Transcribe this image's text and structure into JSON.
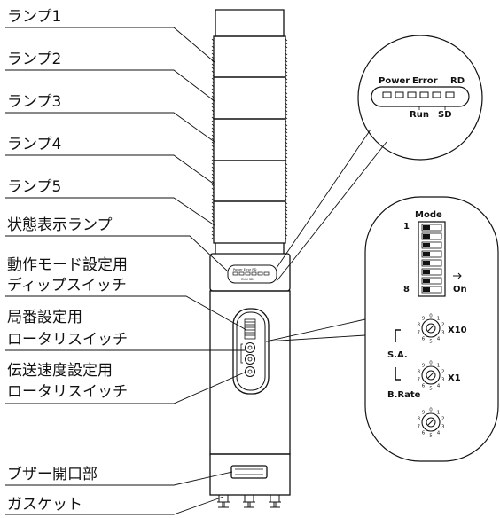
{
  "labels": {
    "lamp1": "ランプ1",
    "lamp2": "ランプ2",
    "lamp3": "ランプ3",
    "lamp4": "ランプ4",
    "lamp5": "ランプ5",
    "status_lamp": "状態表示ランプ",
    "mode_dip_line1": "動作モード設定用",
    "mode_dip_line2": "ディップスイッチ",
    "station_rotary_line1": "局番設定用",
    "station_rotary_line2": "ロータリスイッチ",
    "baud_rotary_line1": "伝送速度設定用",
    "baud_rotary_line2": "ロータリスイッチ",
    "buzzer_opening": "ブザー開口部",
    "gasket": "ガスケット"
  },
  "status_leds": {
    "power": "Power",
    "error": "Error",
    "rd": "RD",
    "run": "Run",
    "sd": "SD"
  },
  "body_panel": {
    "line1": "Power  Error    RD",
    "line2": "RUN    SD"
  },
  "dip_switch": {
    "title": "Mode",
    "first": "1",
    "last": "8",
    "on_label": "On",
    "positions": 8
  },
  "rotary_switches": {
    "x10": "X10",
    "x1": "X1",
    "sa": "S.A.",
    "brate": "B.Rate",
    "digits": [
      "0",
      "1",
      "2",
      "3",
      "4",
      "5",
      "6",
      "7",
      "8",
      "9"
    ]
  }
}
